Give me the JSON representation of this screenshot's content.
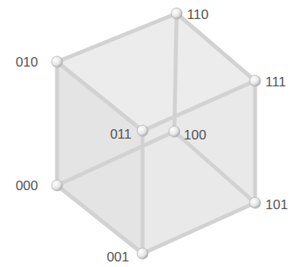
{
  "diagram": {
    "labels": [
      "110",
      "010",
      "111",
      "011",
      "100",
      "000",
      "101",
      "001"
    ]
  }
}
